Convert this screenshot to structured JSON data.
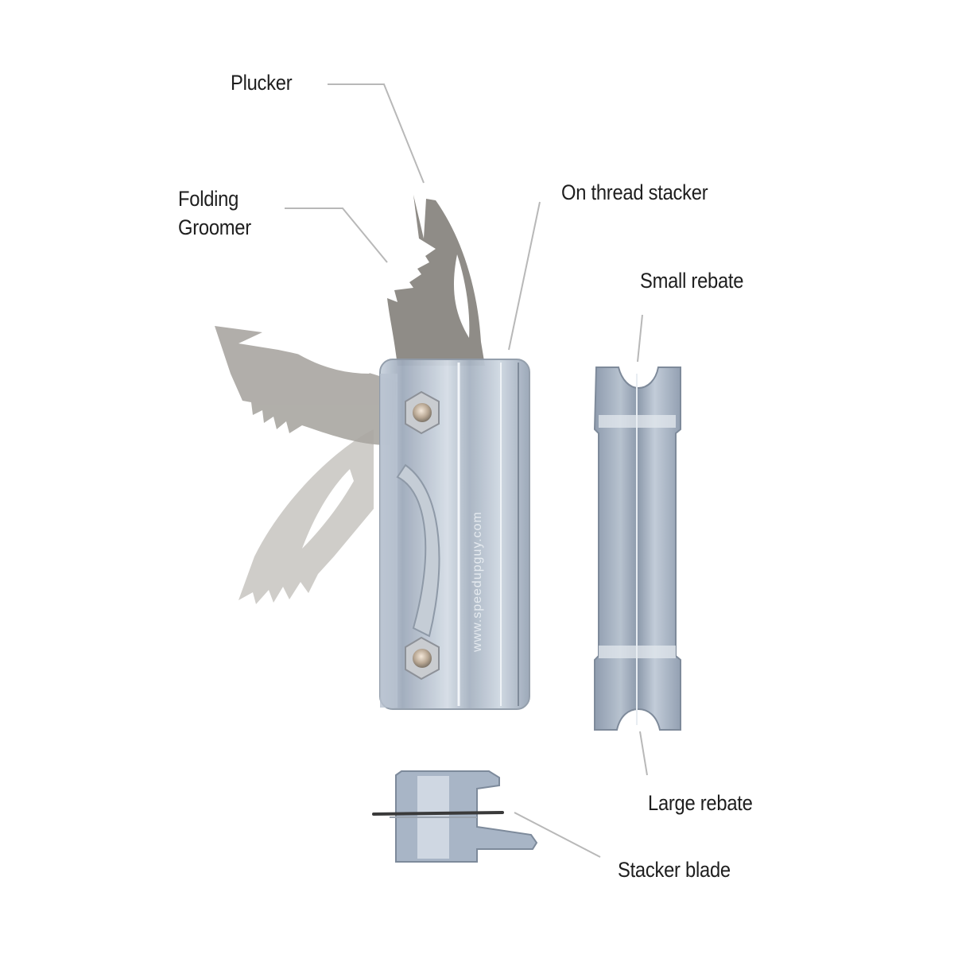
{
  "diagram": {
    "type": "labeled-product-diagram",
    "colors": {
      "background": "#ffffff",
      "label_text": "#1e1e1e",
      "leader_line": "#b8b8b8",
      "steel_blade": "#8f8c87",
      "steel_blade_faded": "#bdbab5",
      "acrylic_body": "#a9b7c8",
      "acrylic_highlight": "#e6ecf3",
      "nut": "#c9ccd0"
    },
    "engraving": "www.speedupguy.com"
  },
  "labels": {
    "plucker": "Plucker",
    "folding_groomer_line1": "Folding",
    "folding_groomer_line2": "Groomer",
    "on_thread_stacker": "On thread stacker",
    "small_rebate": "Small rebate",
    "large_rebate": "Large rebate",
    "stacker_blade": "Stacker blade"
  }
}
